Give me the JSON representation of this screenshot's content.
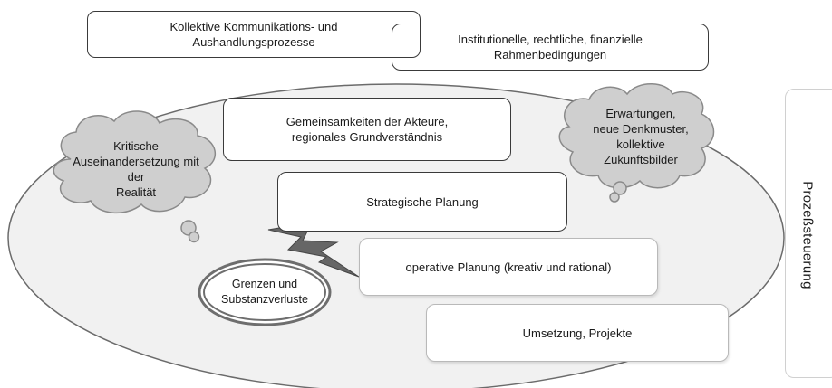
{
  "boxes": {
    "kommunikation": "Kollektive Kommunikations- und\nAushandlungsprozesse",
    "rahmen": "Institutionelle, rechtliche, finanzielle\nRahmenbedingungen",
    "gemeinsamkeiten": "Gemeinsamkeiten der Akteure,\nregionales Grundverständnis",
    "strategisch": "Strategische Planung",
    "operativ": "operative Planung (kreativ und rational)",
    "umsetzung": "Umsetzung, Projekte"
  },
  "clouds": {
    "kritisch": "Kritische\nAuseinandersetzung mit der\nRealität",
    "erwartungen": "Erwartungen,\nneue Denkmuster,\nkollektive\nZukunftsbilder"
  },
  "grenzen": "Grenzen und\nSubstanzverluste",
  "side_label": "Prozeßsteuerung"
}
